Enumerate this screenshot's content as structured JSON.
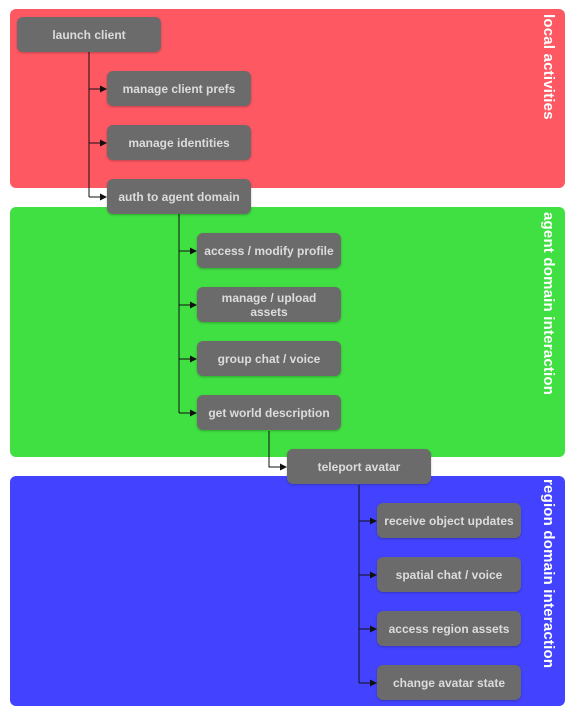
{
  "bands": {
    "local": {
      "label": "local activities",
      "color": "#fe5863"
    },
    "agent": {
      "label": "agent domain interaction",
      "color": "#40df42"
    },
    "region": {
      "label": "region domain interaction",
      "color": "#4343ff"
    }
  },
  "nodes": {
    "launch_client": "launch client",
    "manage_client_prefs": "manage client prefs",
    "manage_identities": "manage identities",
    "auth_agent_domain": "auth to agent domain",
    "access_modify_profile": "access / modify profile",
    "manage_upload_assets": "manage / upload assets",
    "group_chat_voice": "group chat / voice",
    "get_world_description": "get world description",
    "teleport_avatar": "teleport avatar",
    "receive_object_updates": "receive object updates",
    "spatial_chat_voice": "spatial chat / voice",
    "access_region_assets": "access region assets",
    "change_avatar_state": "change avatar state"
  },
  "colors": {
    "node_fill": "#6b6b6b",
    "node_text": "#dcdcdc",
    "connector": "#111111"
  }
}
